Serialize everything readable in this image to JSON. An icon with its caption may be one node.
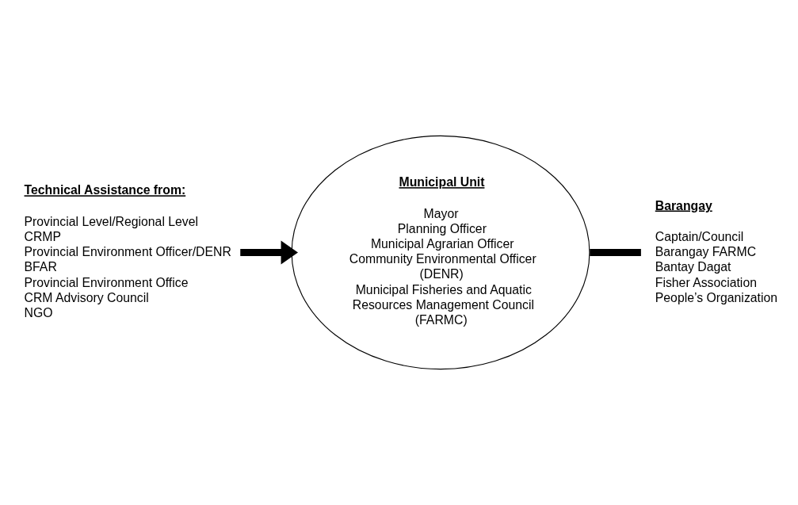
{
  "diagram": {
    "nodes": [
      {
        "text": [
          "Technical Assistance from:",
          "Provincial Level/Regional Level",
          "CRMP",
          "Provincial Environment Officer/DENR",
          "BFAR",
          "Provincial Environment Office",
          "CRM Advisory Council",
          "NGO"
        ]
      },
      {
        "text": [
          "Municipal Unit",
          "Mayor",
          "Planning Officer",
          "Municipal Agrarian Officer",
          "Community Environmental Officer (DENR)",
          "Municipal Fisheries and Aquatic Resources Management Council (FARMC)"
        ]
      },
      {
        "text": [
          "Barangay",
          "Captain/Council",
          "Barangay FARMC",
          "Bantay Dagat",
          "Fisher Association",
          "People’s Organization"
        ]
      }
    ],
    "edges": [
      {
        "from": 0,
        "to": 1,
        "arrow": "to"
      },
      {
        "from": 1,
        "to": 2,
        "arrow": "none"
      }
    ]
  }
}
